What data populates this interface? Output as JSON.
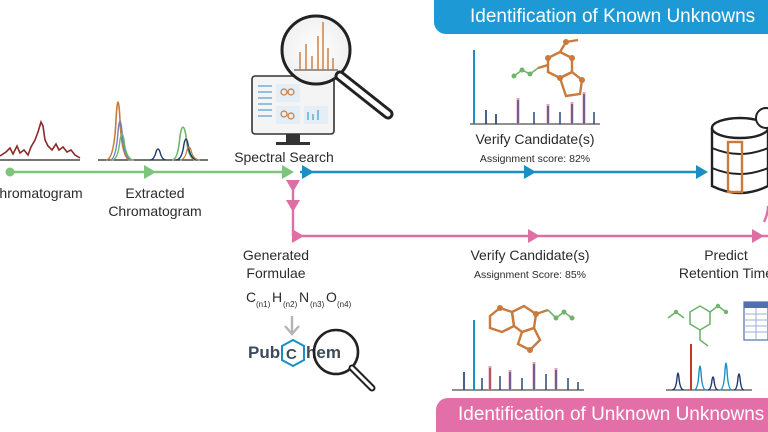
{
  "banners": {
    "known": "Identification of Known Unknowns",
    "unknown": "Identification of Unknown Unknowns"
  },
  "labels": {
    "chromatogram": "Chromatogram",
    "extracted_line1": "Extracted",
    "extracted_line2": "Chromatogram",
    "spectral_search": "Spectral Search",
    "verify_top": "Verify Candidate(s)",
    "score_top": "Assignment score: 82%",
    "generated_line1": "Generated",
    "generated_line2": "Formulae",
    "formula": {
      "c": "C",
      "c_sub": "(n1)",
      "h": "H",
      "h_sub": "(n2)",
      "n": "N",
      "n_sub": "(n3)",
      "o": "O",
      "o_sub": "(n4)"
    },
    "pubchem": {
      "pre": "Pub",
      "c": "C",
      "post": "hem"
    },
    "verify_bottom": "Verify Candidate(s)",
    "score_bottom": "Assignment Score: 85%",
    "predict_line1": "Predict",
    "predict_line2": "Retention Time"
  },
  "colors": {
    "green": "#7cc57a",
    "blue": "#1b8ec3",
    "pink": "#dd6fa4",
    "navy": "#1b3b6f",
    "brown": "#8b2a2a",
    "orange": "#c97a3c",
    "banner_blue": "#1d9ad6",
    "banner_pink": "#e36fa8"
  },
  "icons": [
    "monitor-icon",
    "magnifier-icon",
    "database-icon",
    "molecule-icon",
    "pubchem-logo",
    "table-icon"
  ]
}
